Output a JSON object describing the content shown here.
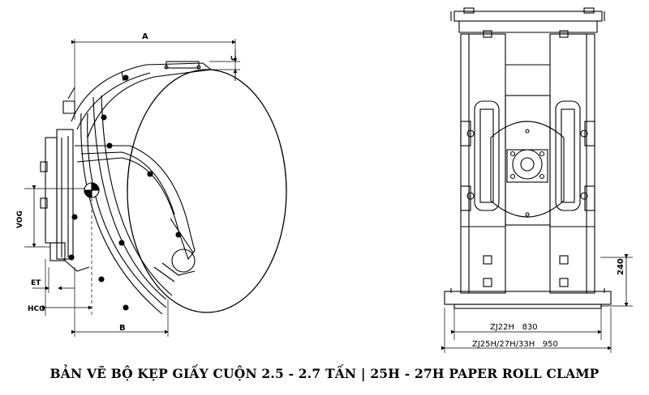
{
  "dimensions": {
    "a": "A",
    "b": "B",
    "c": "C",
    "vog": "VOG",
    "et": "ET",
    "hcg": "HCG",
    "height_240": "240",
    "width_zj22h": "ZJ22H   830",
    "width_zj25h": "ZJ25H/27H/33H   950"
  },
  "caption": "BẢN VẼ BỘ KẸP GIẤY CUỘN 2.5 - 2.7 TẤN | 25H - 27H PAPER ROLL CLAMP"
}
